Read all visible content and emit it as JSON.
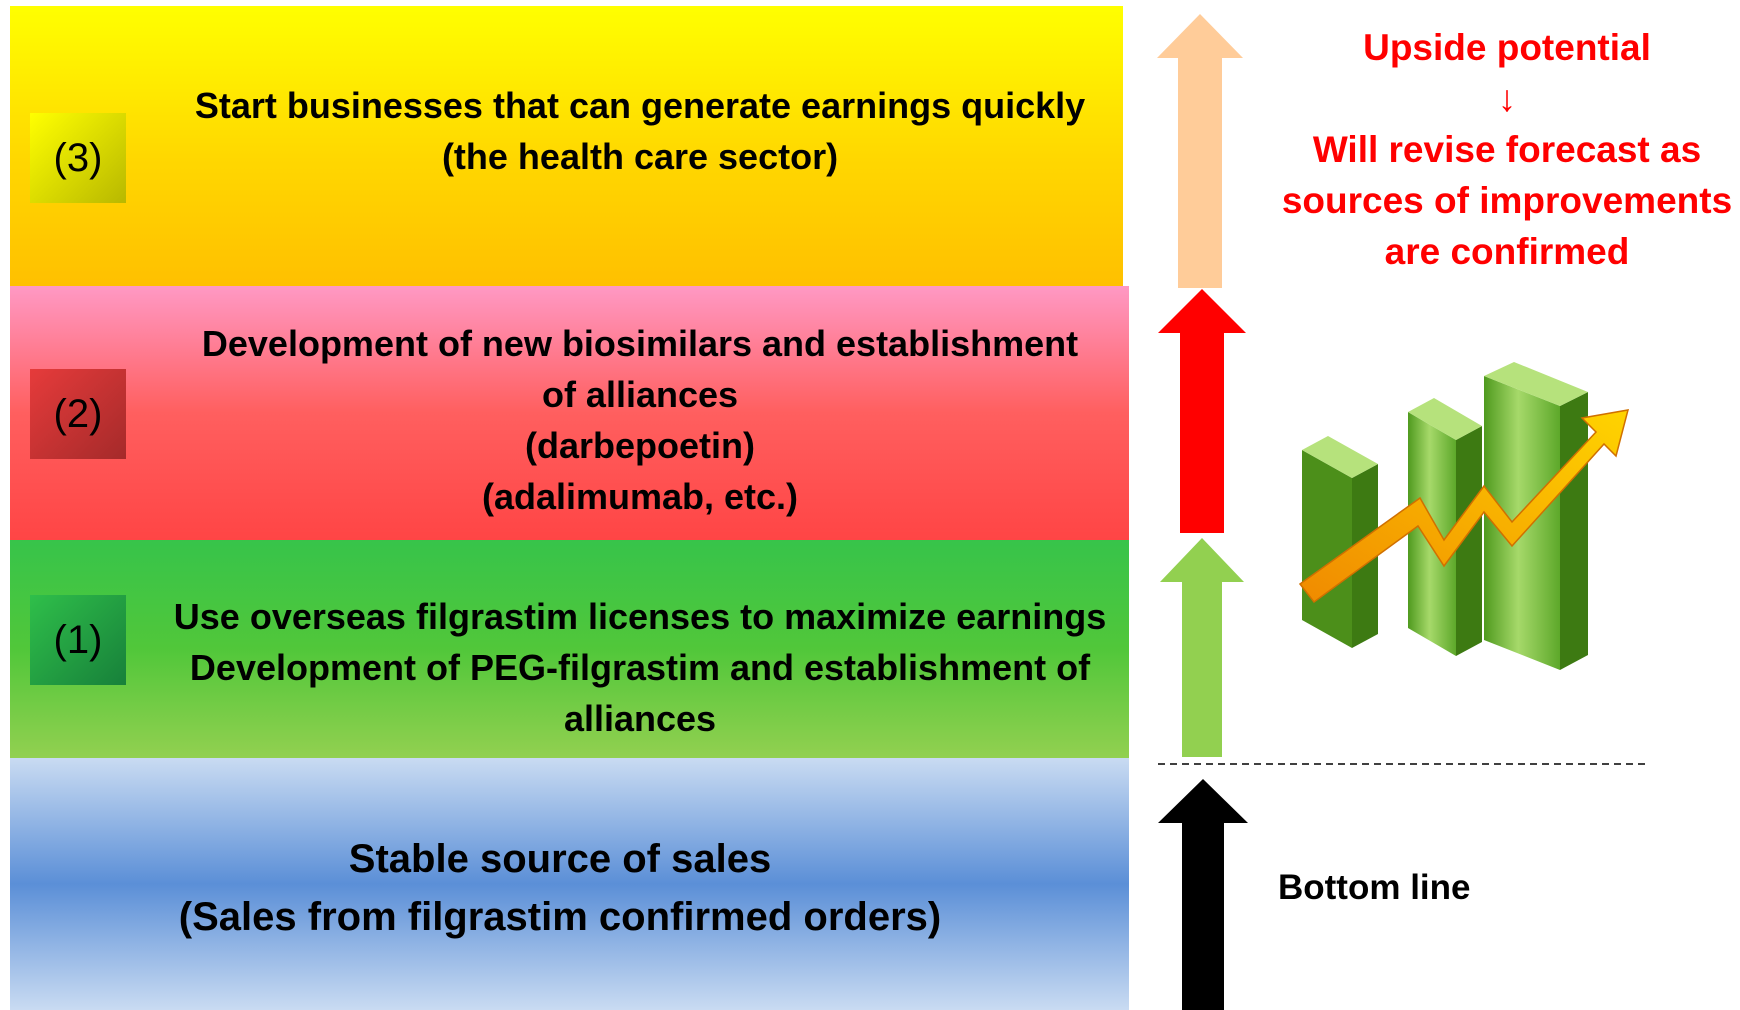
{
  "levels": {
    "level3": {
      "tag": "(3)",
      "lines": [
        "Start businesses that can generate earnings quickly",
        "(the health care sector)"
      ]
    },
    "level2": {
      "tag": "(2)",
      "lines": [
        "Development of new biosimilars and establishment",
        "of alliances",
        "(darbepoetin)",
        "(adalimumab, etc.)"
      ]
    },
    "level1": {
      "tag": "(1)",
      "lines": [
        "Use overseas filgrastim licenses to maximize earnings",
        "Development of PEG-filgrastim and establishment of",
        "alliances"
      ]
    },
    "base": {
      "lines": [
        "Stable source of sales",
        "(Sales from filgrastim confirmed orders)"
      ]
    }
  },
  "upside": {
    "lines": [
      "Upside potential",
      "↓",
      "Will revise forecast as",
      "sources of improvements",
      "are confirmed"
    ]
  },
  "bottom_line": "Bottom line",
  "icons": [
    "growth-chart-icon"
  ],
  "colors": {
    "level3": "#ffd700",
    "level2": "#ff5f5f",
    "level1": "#51c73a",
    "base": "#5b8fd7",
    "upside_text": "#ff0000",
    "arrow_peach": "#ffcc99",
    "arrow_red": "#ff0000",
    "arrow_green": "#92d050",
    "arrow_black": "#000000"
  }
}
